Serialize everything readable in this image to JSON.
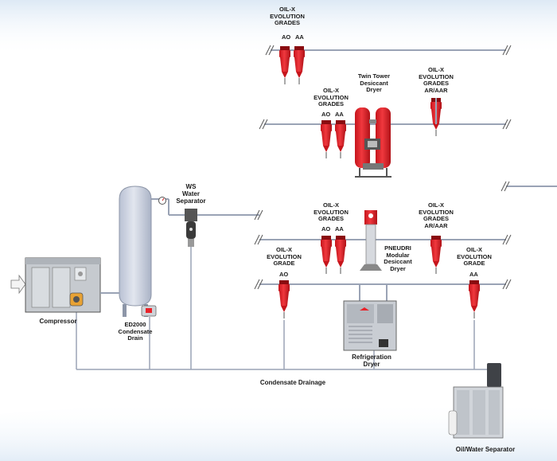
{
  "labels": {
    "top_filters": [
      "OIL-X",
      "EVOLUTION",
      "GRADES"
    ],
    "top_grades": [
      "AO",
      "AA"
    ],
    "mid_filters": [
      "OIL-X",
      "EVOLUTION",
      "GRADES"
    ],
    "mid_grades": [
      "AO",
      "AA"
    ],
    "twin_tower": [
      "Twin Tower",
      "Desiccant",
      "Dryer"
    ],
    "ar_aar_upper": [
      "OIL-X",
      "EVOLUTION",
      "GRADES",
      "AR/AAR"
    ],
    "ws": [
      "WS",
      "Water",
      "Separator"
    ],
    "low_filters": [
      "OIL-X",
      "EVOLUTION",
      "GRADES"
    ],
    "low_grades": [
      "AO",
      "AA"
    ],
    "ar_aar_lower": [
      "OIL-X",
      "EVOLUTION",
      "GRADES",
      "AR/AAR"
    ],
    "pneudri": [
      "PNEUDRI",
      "Modular",
      "Desiccant",
      "Dryer"
    ],
    "grade_ao": [
      "OIL-X",
      "EVOLUTION",
      "GRADE"
    ],
    "grade_ao_code": "AO",
    "grade_aa": [
      "OIL-X",
      "EVOLUTION",
      "GRADE"
    ],
    "grade_aa_code": "AA",
    "compressor": "Compressor",
    "ed2000": [
      "ED2000",
      "Condensate",
      "Drain"
    ],
    "refrigeration": [
      "Refrigeration",
      "Dryer"
    ],
    "condensate_drainage": "Condensate Drainage",
    "ows": "Oil/Water Separator"
  },
  "colors": {
    "pipe": "#9aa3b5",
    "filter_red": "#e8242b",
    "filter_dark": "#b3141a",
    "tank": "#d3d9e6",
    "machine": "#cfd3d8",
    "background_band": "#eaf2fa"
  }
}
